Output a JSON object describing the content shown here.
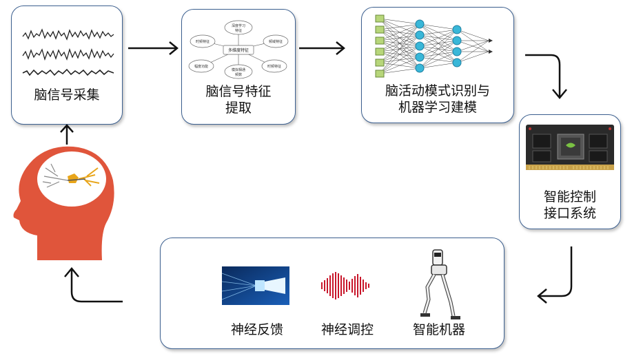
{
  "steps": {
    "acquisition": "脑信号采集",
    "feature_line1": "脑信号特征",
    "feature_line2": "提取",
    "recognition_line1": "脑活动模式识别与",
    "recognition_line2": "机器学习建模",
    "control_line1": "智能控制",
    "control_line2": "接口系统"
  },
  "feature_map": {
    "center": "多维度特征",
    "top": "深度学习",
    "top2": "特征",
    "left_top": "时频特征",
    "left_bottom": "幅度功能",
    "bottom": "模拟相通",
    "bottom2": "频数",
    "right_top": "频域特征",
    "right_bottom": "时频特征"
  },
  "outputs": {
    "feedback": "神经反馈",
    "modulation": "神经调控",
    "robot": "智能机器"
  },
  "colors": {
    "border": "#3b5f8f",
    "head": "#e0553b",
    "arrow": "#111111"
  }
}
